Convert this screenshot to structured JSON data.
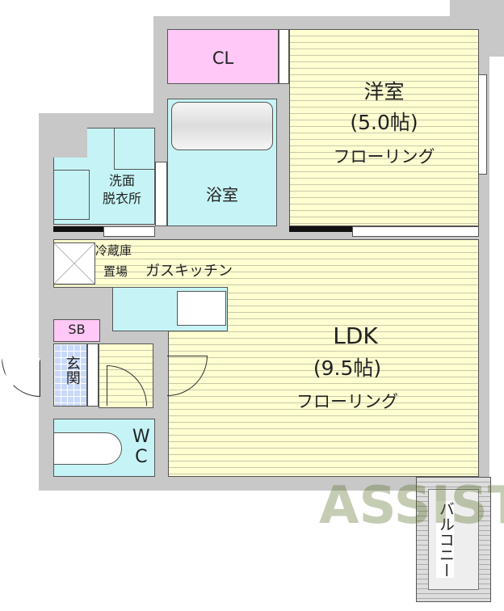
{
  "rooms": {
    "closet": "CL",
    "western_room": {
      "name": "洋室",
      "size": "(5.0帖)",
      "floor": "フローリング"
    },
    "bath": "浴室",
    "washroom": {
      "line1": "洗面",
      "line2": "脱衣所"
    },
    "fridge": {
      "line1": "冷蔵庫",
      "line2": "置場"
    },
    "kitchen": "ガスキッチン",
    "shoe_box": "SB",
    "entrance": "玄関",
    "ldk": {
      "name": "LDK",
      "size": "(9.5帖)",
      "floor": "フローリング"
    },
    "wc": "WC",
    "balcony": "バルコニー"
  },
  "watermark": "ASSIST",
  "colors": {
    "wall": "#c8c8c8",
    "floor": "#ffffd2",
    "wet_area": "#c6f4f6",
    "storage": "#ffc8f6",
    "entrance": "#c9d9f9"
  }
}
